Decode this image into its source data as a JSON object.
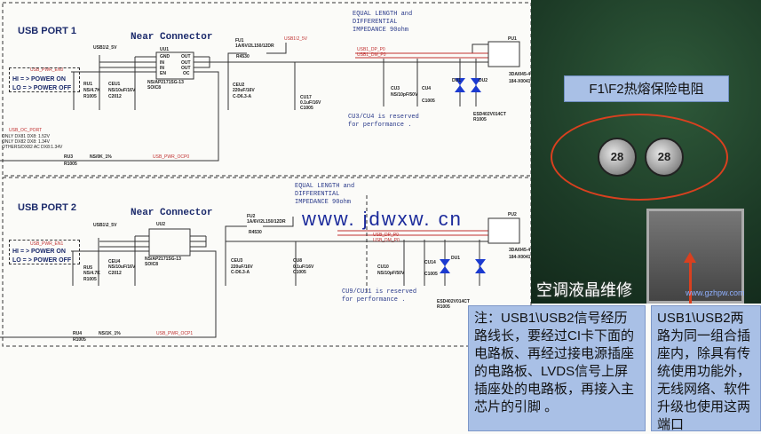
{
  "port1": {
    "title": "USB PORT 1",
    "near": "Near Connector",
    "vcc": "USB1\\2_5V",
    "ic": "UU1",
    "ic_part": "NS/AP2171SG-13",
    "ic_pkg": "SOIC8",
    "pins": [
      "GND",
      "IN",
      "IN",
      "EN",
      "OUT",
      "OUT",
      "OUT",
      "OC"
    ],
    "fuse": "FU1",
    "fuse_val": "1A/6V/2L150/12DR",
    "fuse_pkg": "R4530",
    "vout": "USB1\\2_5V",
    "enable_net": "USB_PWR_EN0",
    "mode_hi": "HI = > POWER ON",
    "mode_lo": "LO = > POWER OFF",
    "r1": "RU1",
    "r1v": "NS/4.7K",
    "r1p": "R1005",
    "c1": "CEU1",
    "c1v": "NS/10uF/16V",
    "c1p": "C2012",
    "c2": "CEU2",
    "c2v": "220uF/16V",
    "c2p": "C-D6.3-A",
    "c3": "CU17",
    "c3v": "0.1uF/16V",
    "c3p": "C1005",
    "oc_net": "USB_OC_PORT",
    "oc_notes": [
      "ONLY DX81 DX8: 1.52V",
      "ONLY DX82 DX8: 1.34V",
      "OTHERS/DX82 AC DX8:1.34V"
    ],
    "r2": "RU3",
    "r2p": "R1005",
    "r2v": "NS/0K_1%",
    "ocp_net": "USB_PWR_OCP0",
    "dp": "USB1_DP_P0",
    "dm": "USB1_DM_P0",
    "eq_note": "EQUAL LENGTH and\nDIFFERENTIAL\nIMPEDANCE 90ohm",
    "cu3": "CU3",
    "cu4": "CU4",
    "cuv": "NS/10pF/50V",
    "cup": "C1005",
    "du1": "DU1",
    "du2": "DU2",
    "esd": "ESD402V014CT",
    "esdp": "R1005",
    "res_note": "CU3/CU4 is reserved\nfor performance .",
    "conn": "PU1",
    "conn_part": "3DAI045-4",
    "conn_code": "184-X0041"
  },
  "port2": {
    "title": "USB PORT 2",
    "near": "Near Connector",
    "vcc": "USB1\\2_5V",
    "ic": "UU2",
    "ic_part": "NS/AP2171SG-13",
    "ic_pkg": "SOIC8",
    "fuse": "FU2",
    "fuse_val": "1A/6V/2L150/12DR",
    "fuse_pkg": "R4530",
    "enable_net": "USB_PWR_EN1",
    "mode_hi": "HI = > POWER ON",
    "mode_lo": "LO = > POWER OFF",
    "r1": "RU5",
    "r1v": "NS/4.7K",
    "r1p": "R1005",
    "c1": "CEU4",
    "c1v": "NS/10uF/16V",
    "c1p": "C2012",
    "c2": "CEU3",
    "c2v": "220uF/16V",
    "c2p": "C-D6.3-A",
    "c3": "CU8",
    "c3v": "0.1uF/16V",
    "c3p": "C1005",
    "r2": "RU4",
    "r2p": "R1005",
    "r2v": "NS/1K_1%",
    "ocp_net": "USB_PWR_OCP1",
    "dp": "USB_DP_P0",
    "dm": "USB_DM_P0",
    "eq_note": "EQUAL LENGTH and\nDIFFERENTIAL\nIMPEDANCE 90ohm",
    "cu10": "CU10",
    "cu14": "CU14",
    "cuv": "NS/10pF/50V",
    "cup": "C1005",
    "du": "DU1",
    "esd": "ESD402V014CT",
    "esdp": "R1005",
    "res_note": "CU9/CU11 is reserved\nfor performance .",
    "conn": "PU2",
    "conn_part": "3DAI045-4",
    "conn_code": "184-X0041"
  },
  "photo": {
    "fuse_label": "F1\\F2热熔保险电阻",
    "cap_marks": [
      "28",
      "28"
    ]
  },
  "notes": {
    "left": "注：USB1\\USB2信号经历路线长，要经过CI卡下面的电路板、再经过接电源插座的电路板、LVDS信号上屏插座处的电路板，再接入主芯片的引脚 。",
    "right": "USB1\\USB2两路为同一组合插座内，除具有传统使用功能外，无线网络、软件升级也使用这两端口"
  },
  "watermarks": {
    "site": "www. jdwxw. cn",
    "wechat": "空调液晶维修",
    "url": "www.gzhpw.com"
  }
}
